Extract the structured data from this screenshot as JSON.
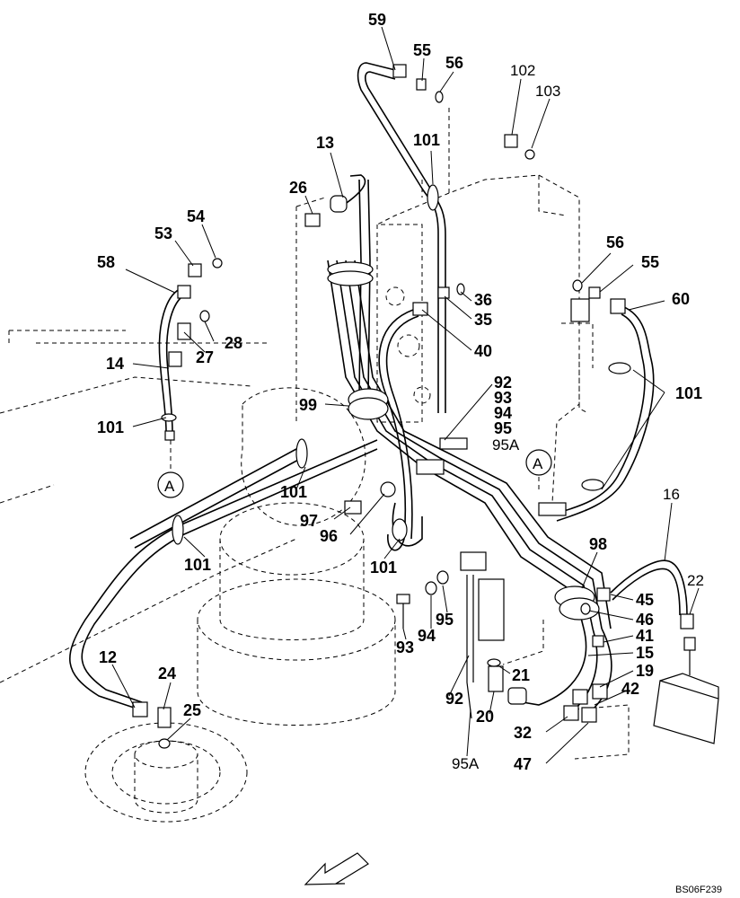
{
  "labels": [
    "59",
    "55",
    "56",
    "102",
    "103",
    "101",
    "13",
    "26",
    "54",
    "53",
    "58",
    "28",
    "27",
    "14",
    "101",
    "36",
    "35",
    "40",
    "56",
    "55",
    "60",
    "101",
    "99",
    "92",
    "93",
    "94",
    "95",
    "95A",
    "101",
    "97",
    "96",
    "101",
    "101",
    "98",
    "16",
    "22",
    "45",
    "46",
    "41",
    "15",
    "19",
    "42",
    "32",
    "47",
    "21",
    "20",
    "92",
    "95A",
    "93",
    "94",
    "95",
    "12",
    "24",
    "25"
  ],
  "markers": [
    "A",
    "A"
  ],
  "drawing_code": "BS06F239"
}
